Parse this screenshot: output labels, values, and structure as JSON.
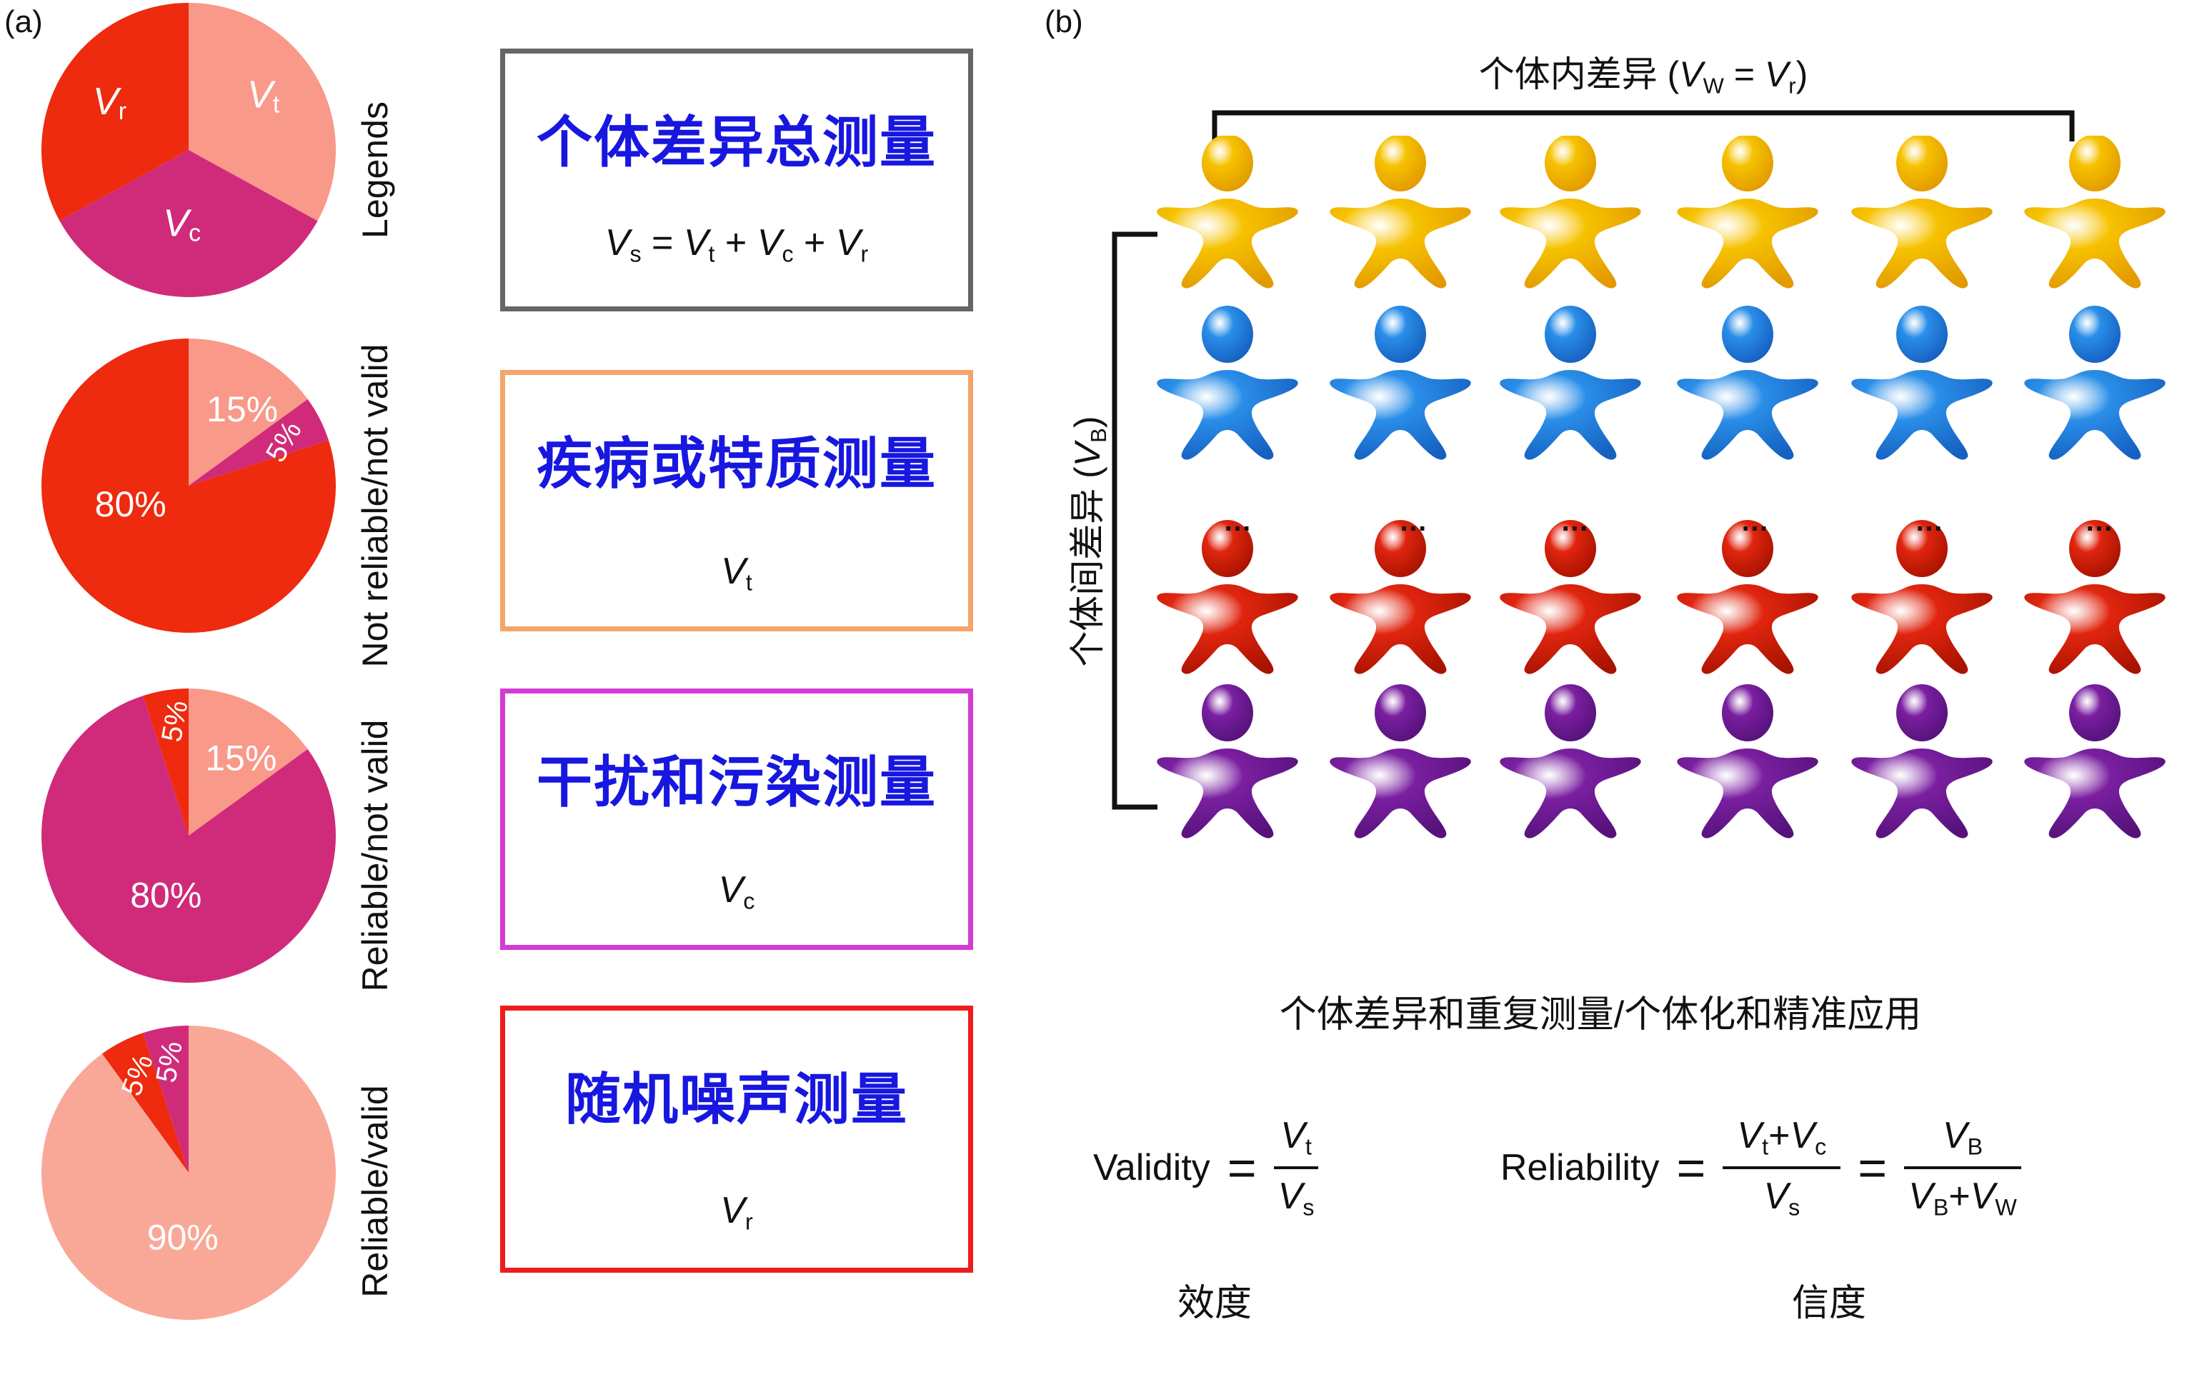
{
  "panel_a": {
    "label": "(a)",
    "pies": [
      {
        "row_label": "Legends",
        "slices": [
          {
            "name": "Vt",
            "value": 0.33,
            "color": "#f9998a",
            "text_main": "V",
            "text_sub": "t"
          },
          {
            "name": "Vc",
            "value": 0.34,
            "color": "#d02b7a",
            "text_main": "V",
            "text_sub": "c"
          },
          {
            "name": "Vr",
            "value": 0.33,
            "color": "#ee2a0f",
            "text_main": "V",
            "text_sub": "r"
          }
        ]
      },
      {
        "row_label": "Not reliable/not valid",
        "slices": [
          {
            "name": "Vt",
            "value": 15,
            "color": "#f9998a",
            "text": "15%"
          },
          {
            "name": "Vc",
            "value": 5,
            "color": "#d02b7a",
            "text": "5%"
          },
          {
            "name": "Vr",
            "value": 80,
            "color": "#ee2a0f",
            "text": "80%"
          }
        ]
      },
      {
        "row_label": "Reliable/not valid",
        "slices": [
          {
            "name": "Vt",
            "value": 15,
            "color": "#f9998a",
            "text": "15%"
          },
          {
            "name": "Vc",
            "value": 80,
            "color": "#d02b7a",
            "text": "80%"
          },
          {
            "name": "Vr",
            "value": 5,
            "color": "#ee2a0f",
            "text": "5%"
          }
        ]
      },
      {
        "row_label": "Reliable/valid",
        "slices": [
          {
            "name": "Vt",
            "value": 90,
            "color": "#f9a898",
            "text": "90%"
          },
          {
            "name": "Vc",
            "value": 5,
            "color": "#d02b7a",
            "text": "5%"
          },
          {
            "name": "Vr",
            "value": 5,
            "color": "#ee2a0f",
            "text": "5%"
          }
        ]
      }
    ],
    "boxes": [
      {
        "title": "个体差异总测量",
        "border": "#666666",
        "formula_html_parts": [
          "V",
          "s",
          " = ",
          "V",
          "t",
          " + ",
          "V",
          "c",
          " + ",
          "V",
          "r"
        ]
      },
      {
        "title": "疾病或特质测量",
        "border": "#f7a46a",
        "var": "V",
        "sub": "t"
      },
      {
        "title": "干扰和污染测量",
        "border": "#d63ad6",
        "var": "V",
        "sub": "c"
      },
      {
        "title": "随机噪声测量",
        "border": "#ee1c1c",
        "var": "V",
        "sub": "r"
      }
    ]
  },
  "panel_b": {
    "label": "(b)",
    "within_label": "个体内差异 (",
    "within_var1": "V",
    "within_sub1": "W",
    "within_eq": " = ",
    "within_var2": "V",
    "within_sub2": "r",
    "within_close": ")",
    "between_label": "个体间差异 (",
    "between_var": "V",
    "between_sub": "B",
    "between_close": ")",
    "figure_rows": [
      {
        "color": "#f6c200",
        "shade": "#e29a00"
      },
      {
        "color": "#2a8ee8",
        "shade": "#1560c0"
      },
      {
        "color": "#e0250f",
        "shade": "#a81300"
      },
      {
        "color": "#7a1fa0",
        "shade": "#55127a"
      }
    ],
    "dots": "…",
    "caption": "个体差异和重复测量/个体化和精准应用",
    "validity_word": "Validity",
    "reliability_word": "Reliability",
    "validity_cn": "效度",
    "reliability_cn": "信度",
    "eq_sign": "="
  }
}
